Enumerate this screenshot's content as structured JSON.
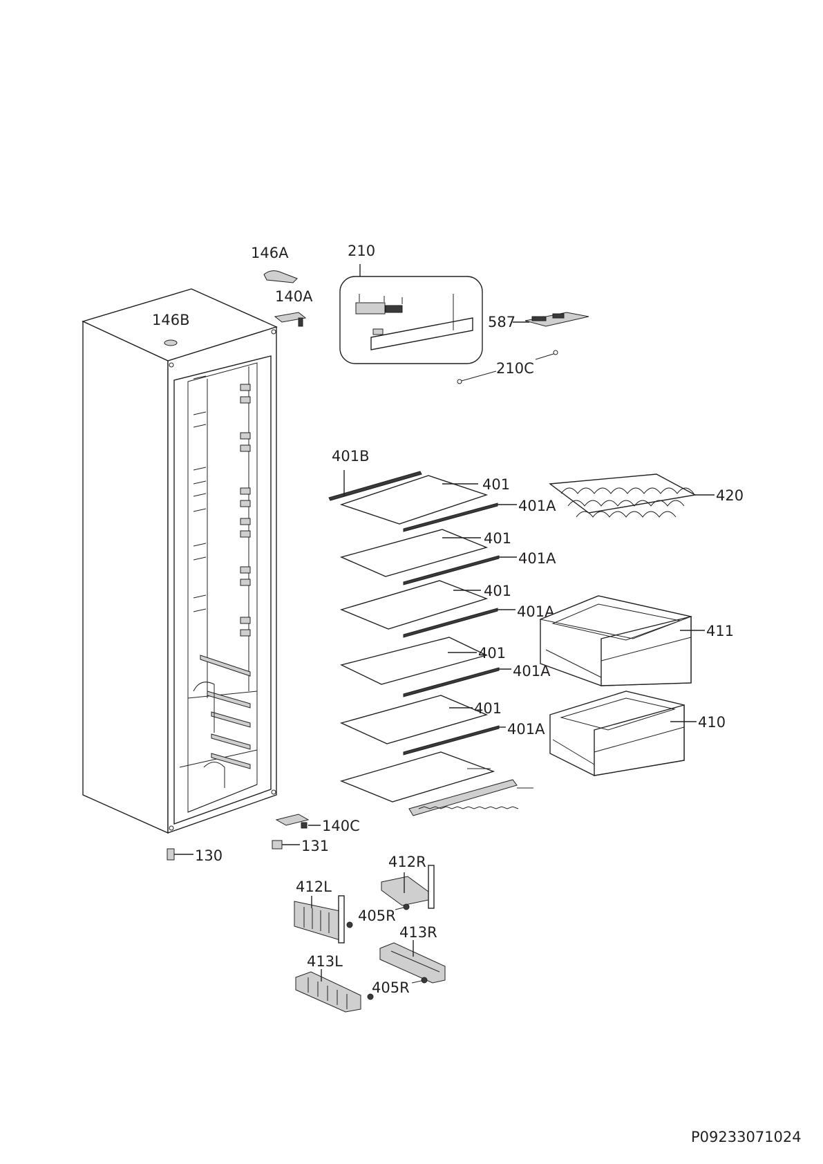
{
  "drawing": {
    "document_number": "P09233071024",
    "part_labels": {
      "p146A": "146A",
      "p210": "210",
      "p140A": "140A",
      "p146B": "146B",
      "p587": "587",
      "p210C": "210C",
      "p401B": "401B",
      "p401_1": "401",
      "p401A_1": "401A",
      "p420": "420",
      "p401_2": "401",
      "p401A_2": "401A",
      "p401_3": "401",
      "p401A_3": "401A",
      "p411": "411",
      "p401_4": "401",
      "p401A_4": "401A",
      "p401_5": "401",
      "p401A_5": "401A",
      "p410": "410",
      "p140C": "140C",
      "p131": "131",
      "p130": "130",
      "p412R": "412R",
      "p412L": "412L",
      "p405R_1": "405R",
      "p413R": "413R",
      "p413L": "413L",
      "p405R_2": "405R"
    }
  }
}
